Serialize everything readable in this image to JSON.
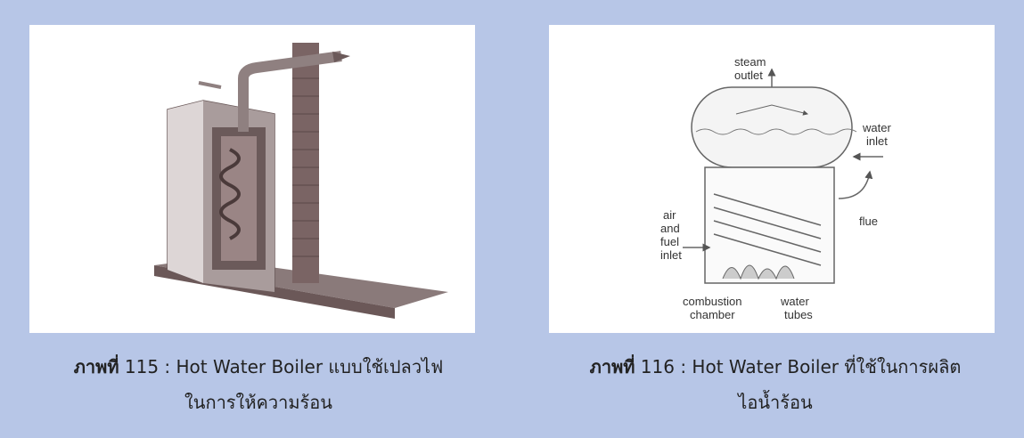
{
  "figure_left": {
    "caption_label": "ภาพที่",
    "caption_text": " 115 : Hot Water Boiler แบบใช้เปลวไฟ",
    "caption_line2": "ในการให้ความร้อน"
  },
  "figure_right": {
    "caption_label": "ภาพที่",
    "caption_text": " 116 : Hot Water Boiler ที่ใช้ในการผลิต",
    "caption_line2": "ไอน้ำร้อน",
    "labels": {
      "steam": "steam",
      "outlet": "outlet",
      "water_inlet_1": "water",
      "water_inlet_2": "inlet",
      "air": "air",
      "and": "and",
      "fuel": "fuel",
      "inlet": "inlet",
      "flue": "flue",
      "combustion": "combustion",
      "chamber": "chamber",
      "water_tubes_1": "water",
      "water_tubes_2": "tubes"
    }
  },
  "colors": {
    "background": "#b7c6e7",
    "panel": "#ffffff",
    "illustration": "#6b5a5a"
  }
}
